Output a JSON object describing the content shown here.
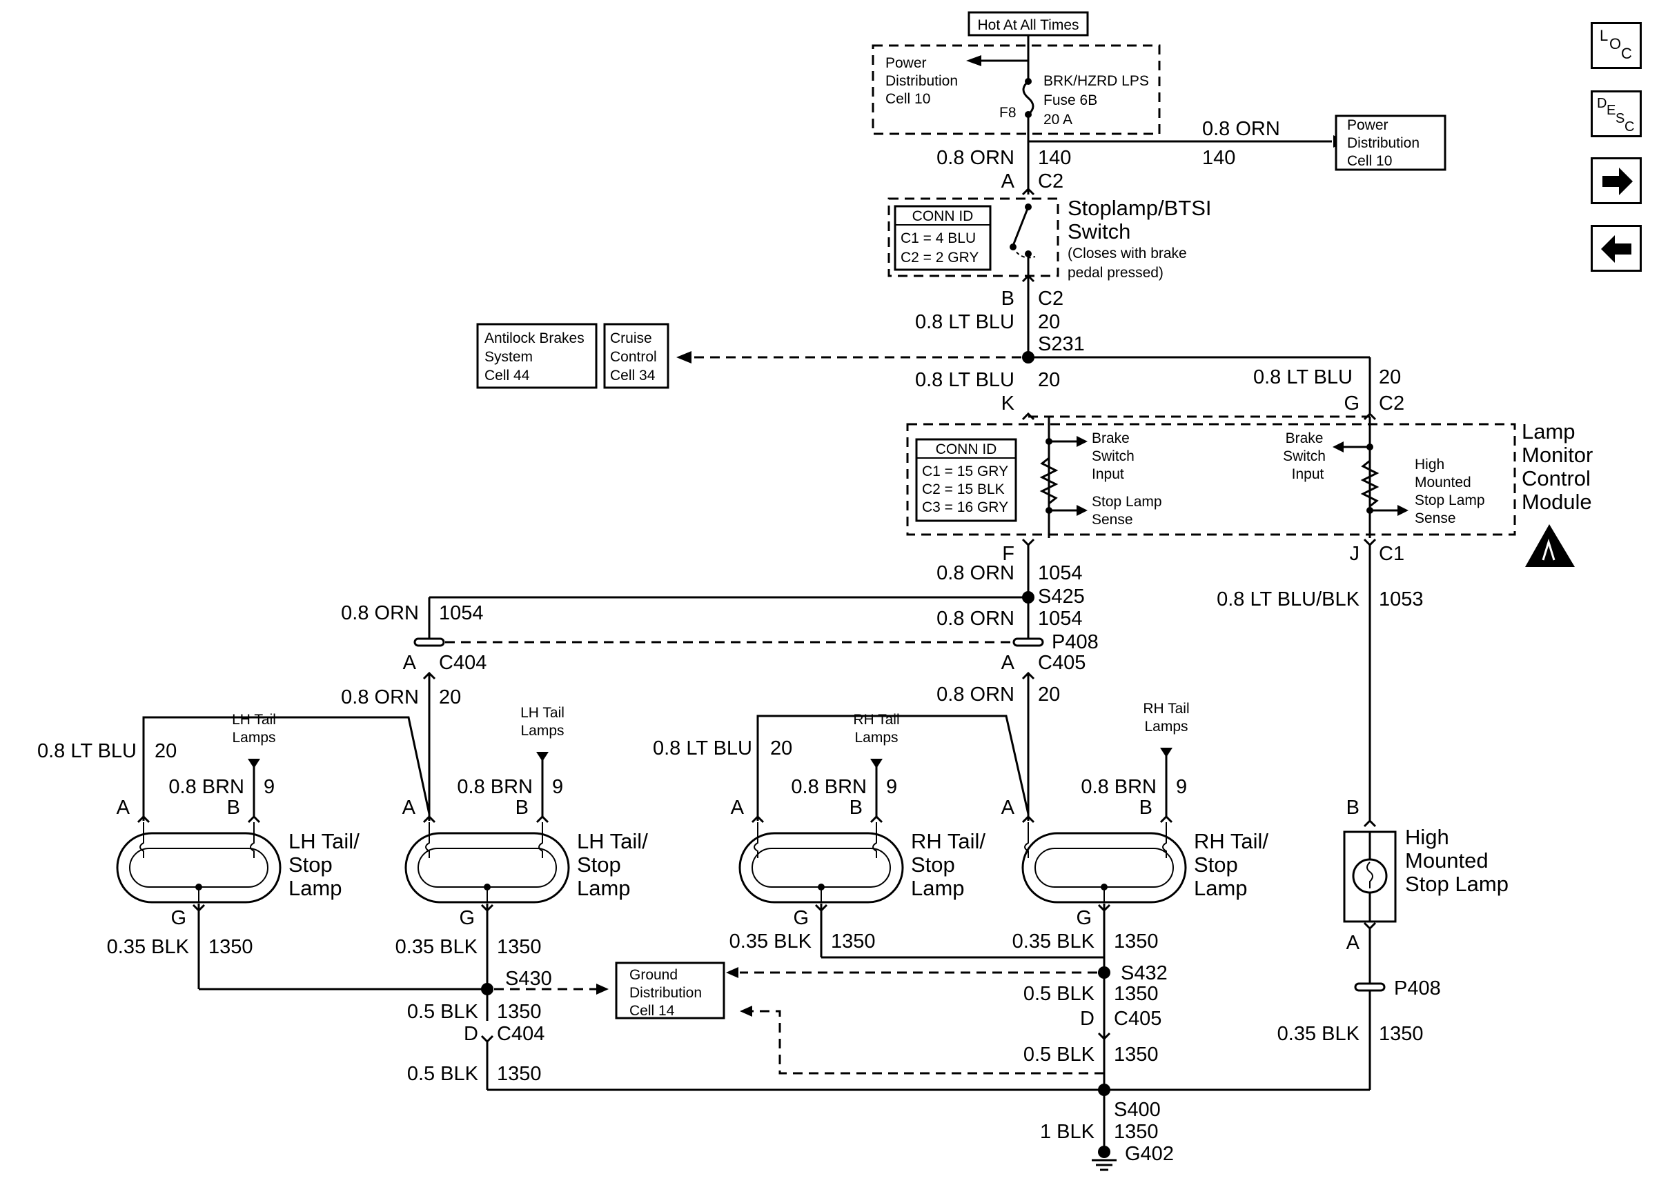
{
  "nav": {
    "loc_label": "LOC",
    "desc_label": "DESC",
    "forward_icon": "arrow-right-icon",
    "back_icon": "arrow-left-icon"
  },
  "power": {
    "hot_label": "Hot At All Times",
    "pd_left": [
      "Power",
      "Distribution",
      "Cell 10"
    ],
    "fuse": [
      "BRK/HZRD LPS",
      "Fuse 6B",
      "20 A"
    ],
    "fuse_pin": "F8",
    "pd_right": [
      "Power",
      "Distribution",
      "Cell 10"
    ]
  },
  "wires": {
    "w_orn_140_left": "0.8 ORN",
    "c_140_left": "140",
    "w_orn_140_right": "0.8 ORN",
    "c_140_right": "140",
    "pin_a_top": "A",
    "conn_c2_top": "C2",
    "pin_b_sw": "B",
    "conn_c2_sw": "C2",
    "w_ltblu_sw": "0.8 LT BLU",
    "c_20_sw": "20",
    "splice_s231": "S231",
    "w_ltblu_k": "0.8 LT BLU",
    "c_20_k": "20",
    "pin_k": "K",
    "w_ltblu_g": "0.8 LT BLU",
    "c_20_g": "20",
    "pin_g": "G",
    "conn_c2_g": "C2",
    "pin_f": "F",
    "c_1054_f": "1054",
    "w_orn_f": "0.8 ORN",
    "splice_s425": "S425",
    "pin_j": "J",
    "conn_c1_j": "C1",
    "w_ltblublk": "0.8 LT BLU/BLK",
    "c_1053": "1053",
    "w_orn_1054_left": "0.8 ORN",
    "c_1054_left": "1054",
    "w_orn_1054_mid": "0.8 ORN",
    "c_1054_mid": "1054",
    "conn_p408_top": "P408",
    "pin_a_c404": "A",
    "conn_c404": "C404",
    "pin_a_c405": "A",
    "conn_c405": "C405",
    "w_orn_20_lh": "0.8 ORN",
    "c_20_lh": "20",
    "w_orn_20_rh": "0.8 ORN",
    "c_20_rh": "20",
    "w_ltblu_lh1": "0.8 LT BLU",
    "c_20_lh1": "20",
    "w_ltblu_rh1": "0.8 LT BLU",
    "c_20_rh1": "20",
    "w_brn_1": "0.8 BRN",
    "c_9_1": "9",
    "w_brn_2": "0.8 BRN",
    "c_9_2": "9",
    "w_brn_3": "0.8 BRN",
    "c_9_3": "9",
    "w_brn_4": "0.8 BRN",
    "c_9_4": "9",
    "lh_tail_lamps_1": [
      "LH Tail",
      "Lamps"
    ],
    "lh_tail_lamps_2": [
      "LH Tail",
      "Lamps"
    ],
    "rh_tail_lamps_1": [
      "RH Tail",
      "Lamps"
    ],
    "rh_tail_lamps_2": [
      "RH Tail",
      "Lamps"
    ],
    "pin_a_l1": "A",
    "pin_b_l1": "B",
    "pin_a_l2": "A",
    "pin_b_l2": "B",
    "pin_a_l3": "A",
    "pin_b_l3": "B",
    "pin_a_l4": "A",
    "pin_b_l4": "B",
    "pin_g_l1": "G",
    "pin_g_l2": "G",
    "pin_g_l3": "G",
    "pin_g_l4": "G",
    "w_blk035_l1": "0.35 BLK",
    "c_1350_l1": "1350",
    "w_blk035_l2": "0.35 BLK",
    "c_1350_l2": "1350",
    "w_blk035_l3": "0.35 BLK",
    "c_1350_l3": "1350",
    "w_blk035_l4": "0.35 BLK",
    "c_1350_l4": "1350",
    "splice_s430": "S430",
    "splice_s432": "S432",
    "w_blk05_a": "0.5 BLK",
    "c_1350_a": "1350",
    "pin_d_c404": "D",
    "conn_c404_b": "C404",
    "w_blk05_b": "0.5 BLK",
    "c_1350_b": "1350",
    "w_blk05_c": "0.5 BLK",
    "c_1350_c": "1350",
    "pin_d_c405": "D",
    "conn_c405_b": "C405",
    "w_blk05_d": "0.5 BLK",
    "c_1350_d": "1350",
    "splice_s400": "S400",
    "w_blk1": "1 BLK",
    "c_1350_g": "1350",
    "ground_g402": "G402",
    "pin_b_hm": "B",
    "pin_a_hm": "A",
    "conn_p408_bot": "P408",
    "w_blk035_hm": "0.35 BLK",
    "c_1350_hm": "1350"
  },
  "components": {
    "switch_name": [
      "Stoplamp/BTSI",
      "Switch"
    ],
    "switch_note": [
      "(Closes with brake",
      "pedal pressed)"
    ],
    "switch_conn": [
      "CONN ID",
      "C1 = 4 BLU",
      "C2 = 2 GRY"
    ],
    "abs": [
      "Antilock Brakes",
      "System",
      "Cell 44"
    ],
    "cruise": [
      "Cruise",
      "Control",
      "Cell 34"
    ],
    "module_name": [
      "Lamp",
      "Monitor",
      "Control",
      "Module"
    ],
    "module_conn": [
      "CONN ID",
      "C1 = 15 GRY",
      "C2 = 15 BLK",
      "C3 = 16 GRY"
    ],
    "brake_input_left": [
      "Brake",
      "Switch",
      "Input"
    ],
    "stop_sense_left": [
      "Stop Lamp",
      "Sense"
    ],
    "brake_input_right": [
      "Brake",
      "Switch",
      "Input"
    ],
    "hm_sense": [
      "High",
      "Mounted",
      "Stop Lamp",
      "Sense"
    ],
    "ground_dist": [
      "Ground",
      "Distribution",
      "Cell 14"
    ],
    "lamp1": [
      "LH Tail/",
      "Stop",
      "Lamp"
    ],
    "lamp2": [
      "LH Tail/",
      "Stop",
      "Lamp"
    ],
    "lamp3": [
      "RH Tail/",
      "Stop",
      "Lamp"
    ],
    "lamp4": [
      "RH Tail/",
      "Stop",
      "Lamp"
    ],
    "hm_lamp": [
      "High",
      "Mounted",
      "Stop Lamp"
    ],
    "esd_icon": "esd-warning-icon"
  }
}
